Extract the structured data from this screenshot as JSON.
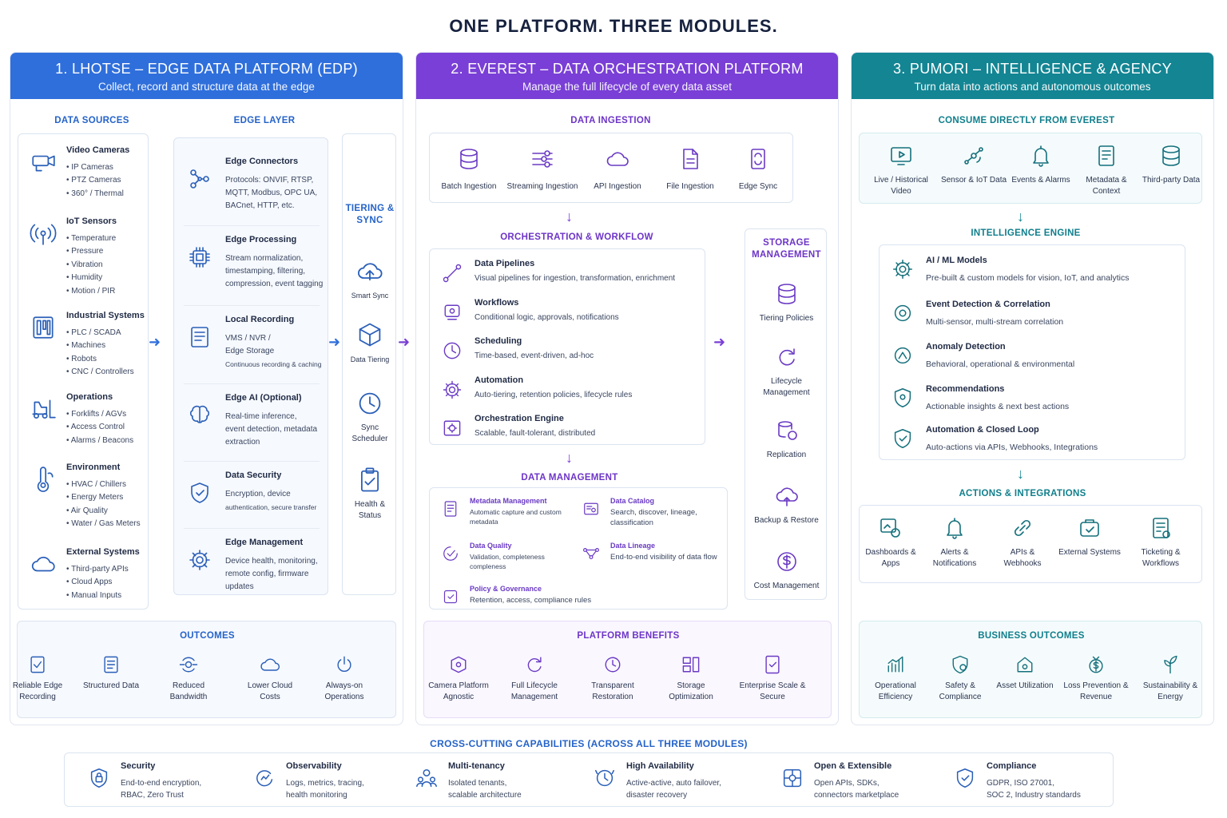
{
  "title": "ONE PLATFORM. THREE MODULES.",
  "modules": [
    {
      "title": "1. LHOTSE – EDGE DATA PLATFORM (EDP)",
      "subtitle": "Collect, record and structure data at the edge"
    },
    {
      "title": "2. EVEREST – DATA ORCHESTRATION PLATFORM",
      "subtitle": "Manage the full lifecycle of every data asset"
    },
    {
      "title": "3. PUMORI – INTELLIGENCE & AGENCY",
      "subtitle": "Turn data into actions and autonomous outcomes"
    }
  ],
  "m1": {
    "sources_title": "DATA SOURCES",
    "edge_title": "EDGE LAYER",
    "tiering_title": "TIERING & SYNC",
    "sources": [
      {
        "title": "Video Cameras",
        "items": [
          "• IP Cameras",
          "• PTZ Cameras",
          "• 360° / Thermal"
        ],
        "icon": "camera-icon"
      },
      {
        "title": "IoT Sensors",
        "items": [
          "• Temperature",
          "• Pressure",
          "• Vibration",
          "• Humidity",
          "• Motion / PIR"
        ],
        "icon": "sensor-icon"
      },
      {
        "title": "Industrial Systems",
        "items": [
          "• PLC / SCADA",
          "• Machines",
          "• Robots",
          "• CNC / Controllers"
        ],
        "icon": "industrial-icon"
      },
      {
        "title": "Operations",
        "items": [
          "• Forklifts / AGVs",
          "• Access Control",
          "• Alarms / Beacons"
        ],
        "icon": "forklift-icon"
      },
      {
        "title": "Environment",
        "items": [
          "• HVAC / Chillers",
          "• Energy Meters",
          "• Air Quality",
          "• Water / Gas Meters"
        ],
        "icon": "thermometer-icon"
      },
      {
        "title": "External Systems",
        "items": [
          "• Third-party APIs",
          "• Cloud Apps",
          "• Manual Inputs"
        ],
        "icon": "cloud-icon"
      }
    ],
    "edge": [
      {
        "title": "Edge Connectors",
        "lines": [
          "Protocols: ONVIF, RTSP,",
          "MQTT, Modbus, OPC UA,",
          "BACnet, HTTP, etc."
        ],
        "small": [],
        "icon": "network-icon"
      },
      {
        "title": "Edge Processing",
        "lines": [
          "Stream normalization,",
          "timestamping, filtering,",
          "compression, event tagging"
        ],
        "small": [],
        "icon": "chip-icon"
      },
      {
        "title": "Local Recording",
        "lines": [
          "VMS / NVR /",
          "Edge Storage"
        ],
        "small": [
          "Continuous recording & caching"
        ],
        "icon": "recording-icon"
      },
      {
        "title": "Edge AI (Optional)",
        "lines": [
          "Real-time inference,",
          "event detection, metadata",
          "extraction"
        ],
        "small": [],
        "icon": "brain-icon"
      },
      {
        "title": "Data Security",
        "lines": [
          "Encryption, device"
        ],
        "small": [
          "authentication, secure transfer"
        ],
        "icon": "shield-icon"
      },
      {
        "title": "Edge Management",
        "lines": [
          "Device health, monitoring,",
          "remote config, firmware",
          "updates"
        ],
        "small": [],
        "icon": "gear-icon"
      }
    ],
    "tiering": [
      {
        "label": "Smart Sync",
        "icon": "cloud-upload-icon"
      },
      {
        "label": "Data Tiering",
        "icon": "cube-icon"
      },
      {
        "label": "Sync Scheduler",
        "icon": "clock-icon"
      },
      {
        "label": "Health & Status",
        "icon": "clipboard-icon"
      }
    ],
    "outcomes_title": "OUTCOMES",
    "outcomes": [
      {
        "label": "Reliable Edge Recording",
        "icon": "check-doc-icon"
      },
      {
        "label": "Structured Data",
        "icon": "list-doc-icon"
      },
      {
        "label": "Reduced Bandwidth",
        "icon": "bandwidth-icon"
      },
      {
        "label": "Lower Cloud Costs",
        "icon": "cloud-icon"
      },
      {
        "label": "Always-on Operations",
        "icon": "power-icon"
      }
    ]
  },
  "m2": {
    "ingestion_title": "DATA INGESTION",
    "ingestion": [
      {
        "label": "Batch Ingestion",
        "icon": "database-icon"
      },
      {
        "label": "Streaming Ingestion",
        "icon": "stream-icon"
      },
      {
        "label": "API Ingestion",
        "icon": "cloud-icon"
      },
      {
        "label": "File Ingestion",
        "icon": "file-icon"
      },
      {
        "label": "Edge Sync",
        "icon": "device-sync-icon"
      }
    ],
    "orch_title": "ORCHESTRATION & WORKFLOW",
    "orch": [
      {
        "title": "Data Pipelines",
        "desc": "Visual pipelines for ingestion, transformation, enrichment",
        "icon": "pipeline-icon"
      },
      {
        "title": "Workflows",
        "desc": "Conditional logic, approvals, notifications",
        "icon": "workflow-icon"
      },
      {
        "title": "Scheduling",
        "desc": "Time-based, event-driven, ad-hoc",
        "icon": "clock-icon"
      },
      {
        "title": "Automation",
        "desc": "Auto-tiering, retention policies, lifecycle rules",
        "icon": "gear-icon"
      },
      {
        "title": "Orchestration Engine",
        "desc": "Scalable, fault-tolerant, distributed",
        "icon": "engine-icon"
      }
    ],
    "storage_title": "STORAGE MANAGEMENT",
    "storage": [
      {
        "label": "Tiering Policies",
        "icon": "database-icon"
      },
      {
        "label": "Lifecycle Management",
        "icon": "cycle-icon"
      },
      {
        "label": "Replication",
        "icon": "replication-icon"
      },
      {
        "label": "Backup & Restore",
        "icon": "cloud-backup-icon"
      },
      {
        "label": "Cost Management",
        "icon": "dollar-icon"
      }
    ],
    "dm_title": "DATA MANAGEMENT",
    "dm": [
      {
        "title": "Metadata Management",
        "desc": [
          "Automatic capture and custom",
          "metadata"
        ],
        "icon": "metadata-icon"
      },
      {
        "title": "Data Catalog",
        "desc": [
          "Search, discover, lineage, classification"
        ],
        "icon": "catalog-icon"
      },
      {
        "title": "Data Quality",
        "desc": [
          "Validation, completeness",
          "compleness"
        ],
        "icon": "quality-icon"
      },
      {
        "title": "Data Lineage",
        "desc": [
          "End-to-end visibility of data flow"
        ],
        "icon": "lineage-icon"
      },
      {
        "title": "Policy & Governance",
        "desc": [
          "Retention, access, compliance rules"
        ],
        "icon": "policy-icon"
      }
    ],
    "benefits_title": "PLATFORM BENEFITS",
    "benefits": [
      {
        "label": "Camera Platform Agnostic",
        "icon": "camera-gear-icon"
      },
      {
        "label": "Full Lifecycle Management",
        "icon": "cycle-icon"
      },
      {
        "label": "Transparent Restoration",
        "icon": "restore-icon"
      },
      {
        "label": "Storage Optimization",
        "icon": "storage-opt-icon"
      },
      {
        "label": "Enterprise Scale & Secure",
        "icon": "secure-doc-icon"
      }
    ]
  },
  "m3": {
    "consume_title": "CONSUME DIRECTLY FROM EVEREST",
    "consume": [
      {
        "label": "Live / Historical Video",
        "icon": "video-icon"
      },
      {
        "label": "Sensor & IoT Data",
        "icon": "sensor-net-icon"
      },
      {
        "label": "Events & Alarms",
        "icon": "bell-icon"
      },
      {
        "label": "Metadata & Context",
        "icon": "metadata-icon"
      },
      {
        "label": "Third-party Data",
        "icon": "database-icon"
      }
    ],
    "engine_title": "INTELLIGENCE ENGINE",
    "engine": [
      {
        "title": "AI / ML Models",
        "desc": "Pre-built & custom models for vision, IoT, and analytics",
        "icon": "gear-icon"
      },
      {
        "title": "Event Detection & Correlation",
        "desc": "Multi-sensor, multi-stream correlation",
        "icon": "detect-icon"
      },
      {
        "title": "Anomaly Detection",
        "desc": "Behavioral, operational & environmental",
        "icon": "anomaly-icon"
      },
      {
        "title": "Recommendations",
        "desc": "Actionable insights & next best actions",
        "icon": "recommend-icon"
      },
      {
        "title": "Automation & Closed Loop",
        "desc": "Auto-actions via APIs, Webhooks, Integrations",
        "icon": "check-shield-icon"
      }
    ],
    "actions_title": "ACTIONS & INTEGRATIONS",
    "actions": [
      {
        "label": "Dashboards & Apps",
        "icon": "dashboard-icon"
      },
      {
        "label": "Alerts & Notifications",
        "icon": "bell-icon"
      },
      {
        "label": "APIs & Webhooks",
        "icon": "link-icon"
      },
      {
        "label": "External Systems",
        "icon": "external-icon"
      },
      {
        "label": "Ticketing & Workflows",
        "icon": "ticket-icon"
      }
    ],
    "outcomes_title": "BUSINESS OUTCOMES",
    "outcomes": [
      {
        "label": "Operational Efficiency",
        "icon": "chart-icon"
      },
      {
        "label": "Safety & Compliance",
        "icon": "safety-icon"
      },
      {
        "label": "Asset Utilization",
        "icon": "asset-icon"
      },
      {
        "label": "Loss Prevention & Revenue",
        "icon": "money-icon"
      },
      {
        "label": "Sustainability & Energy",
        "icon": "leaf-icon"
      }
    ]
  },
  "cross_title": "CROSS-CUTTING CAPABILITIES (ACROSS ALL THREE MODULES)",
  "cross": [
    {
      "title": "Security",
      "lines": [
        "End-to-end encryption,",
        "RBAC, Zero Trust"
      ],
      "icon": "lock-icon"
    },
    {
      "title": "Observability",
      "lines": [
        "Logs, metrics, tracing,",
        "health monitoring"
      ],
      "icon": "observe-icon"
    },
    {
      "title": "Multi-tenancy",
      "lines": [
        "Isolated tenants,",
        "scalable architecture"
      ],
      "icon": "users-icon"
    },
    {
      "title": "High Availability",
      "lines": [
        "Active-active, auto failover,",
        "disaster recovery"
      ],
      "icon": "availability-icon"
    },
    {
      "title": "Open & Extensible",
      "lines": [
        "Open APIs, SDKs,",
        "connectors marketplace"
      ],
      "icon": "extensible-icon"
    },
    {
      "title": "Compliance",
      "lines": [
        "GDPR, ISO 27001,",
        "SOC 2, Industry standards"
      ],
      "icon": "check-shield-icon"
    }
  ],
  "colors": {
    "blue": "#2f6fdc",
    "purple": "#7a3fd6",
    "teal": "#138593",
    "icon_blue": "#2a5fb8",
    "icon_purple": "#6a3ac4",
    "icon_teal": "#14707c"
  }
}
